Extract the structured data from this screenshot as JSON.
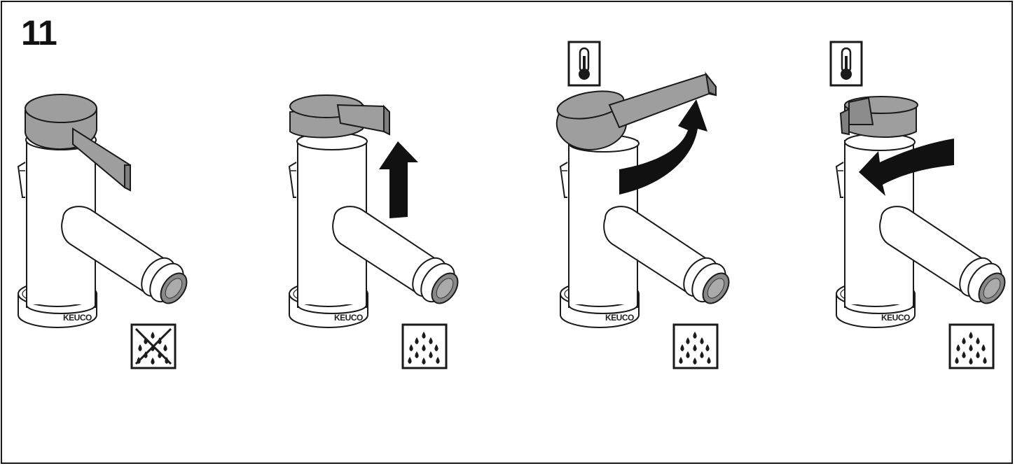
{
  "step": {
    "number": "11"
  },
  "brand": "KEUCO",
  "colors": {
    "handle": "#9e9e9e",
    "outline": "#1a1a1a",
    "arrow": "#111111",
    "background": "#ffffff"
  },
  "panels": [
    {
      "state": "closed",
      "handle": "lowered",
      "arrow": "none",
      "temperature_icon": false,
      "water_icon": "no-water-icon"
    },
    {
      "state": "open",
      "handle": "lifted",
      "arrow": "up-arrow",
      "temperature_icon": false,
      "water_icon": "water-flow-icon"
    },
    {
      "state": "open",
      "handle": "rotated-right",
      "arrow": "curved-right-arrow",
      "temperature_icon": true,
      "water_icon": "water-flow-icon"
    },
    {
      "state": "open",
      "handle": "rotated-left",
      "arrow": "curved-left-arrow",
      "temperature_icon": true,
      "water_icon": "water-flow-icon"
    }
  ]
}
